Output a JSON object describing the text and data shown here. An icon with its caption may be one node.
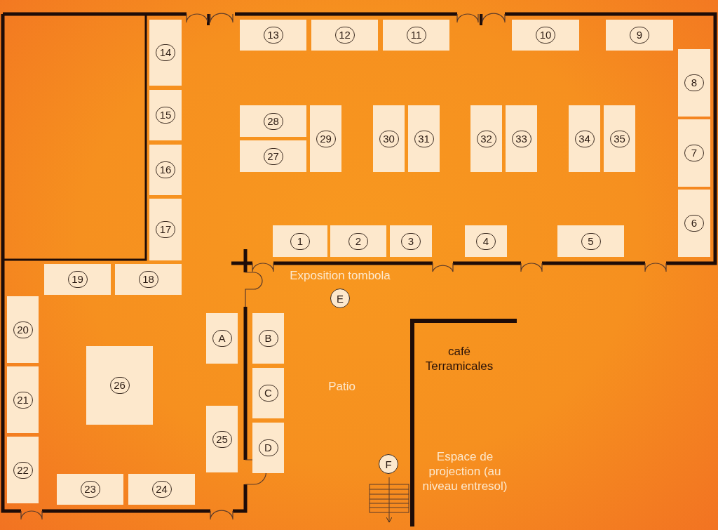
{
  "diagram": {
    "nodes": [
      {
        "text": [
          "1"
        ]
      },
      {
        "text": [
          "2"
        ]
      },
      {
        "text": [
          "3"
        ]
      },
      {
        "text": [
          "4"
        ]
      },
      {
        "text": [
          "5"
        ]
      },
      {
        "text": [
          "6"
        ]
      },
      {
        "text": [
          "7"
        ]
      },
      {
        "text": [
          "8"
        ]
      },
      {
        "text": [
          "9"
        ]
      },
      {
        "text": [
          "10"
        ]
      },
      {
        "text": [
          "11"
        ]
      },
      {
        "text": [
          "12"
        ]
      },
      {
        "text": [
          "13"
        ]
      },
      {
        "text": [
          "14"
        ]
      },
      {
        "text": [
          "15"
        ]
      },
      {
        "text": [
          "16"
        ]
      },
      {
        "text": [
          "17"
        ]
      },
      {
        "text": [
          "18"
        ]
      },
      {
        "text": [
          "19"
        ]
      },
      {
        "text": [
          "20"
        ]
      },
      {
        "text": [
          "21"
        ]
      },
      {
        "text": [
          "22"
        ]
      },
      {
        "text": [
          "23"
        ]
      },
      {
        "text": [
          "24"
        ]
      },
      {
        "text": [
          "25"
        ]
      },
      {
        "text": [
          "26"
        ]
      },
      {
        "text": [
          "27"
        ]
      },
      {
        "text": [
          "28"
        ]
      },
      {
        "text": [
          "29"
        ]
      },
      {
        "text": [
          "30"
        ]
      },
      {
        "text": [
          "31"
        ]
      },
      {
        "text": [
          "32"
        ]
      },
      {
        "text": [
          "33"
        ]
      },
      {
        "text": [
          "34"
        ]
      },
      {
        "text": [
          "35"
        ]
      },
      {
        "text": [
          "A"
        ]
      },
      {
        "text": [
          "B"
        ]
      },
      {
        "text": [
          "C"
        ]
      },
      {
        "text": [
          "D"
        ]
      },
      {
        "text": [
          "E"
        ]
      },
      {
        "text": [
          "F"
        ]
      }
    ],
    "labels": [
      "Exposition tombola",
      "café Terramicales",
      "Patio",
      "Espace de projection (au niveau entresol)"
    ]
  }
}
